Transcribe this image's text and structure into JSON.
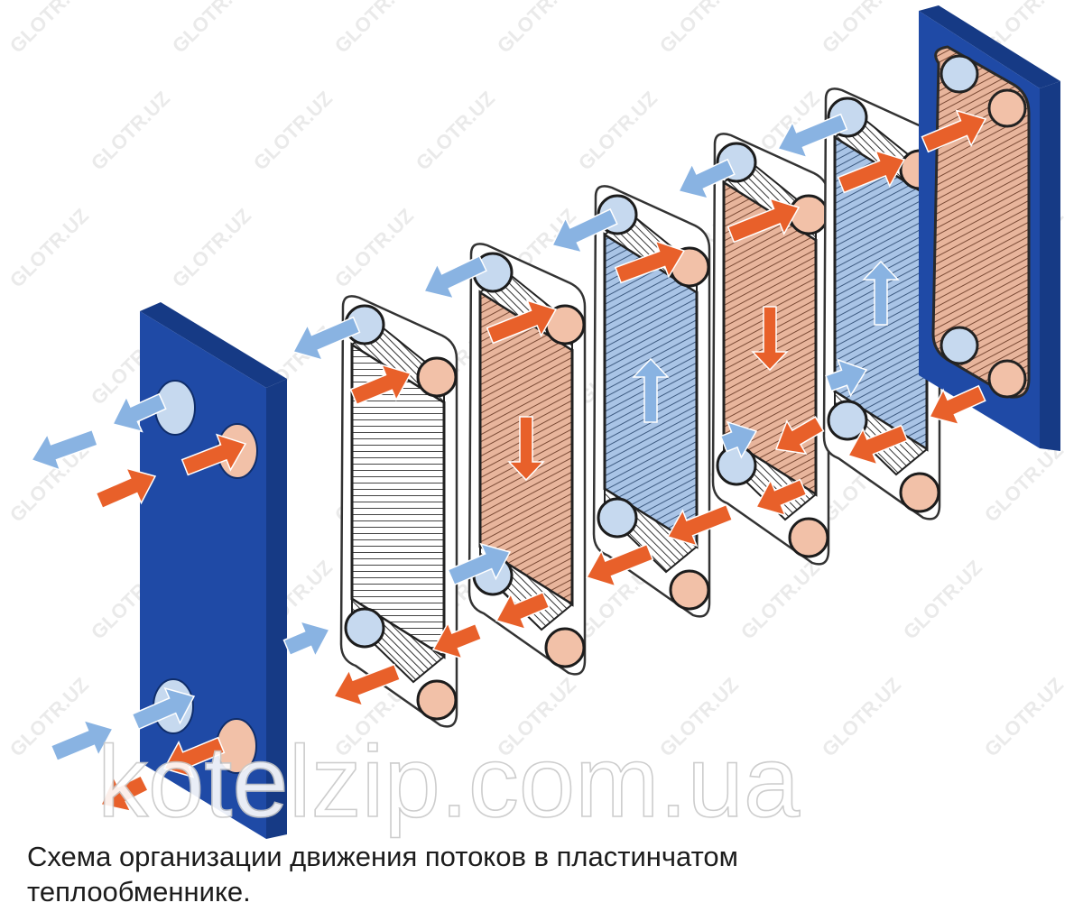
{
  "diagram": {
    "caption_line1": "Схема организации движения потоков в пластинчатом",
    "caption_line2": "теплообменнике.",
    "watermark_main": "kotelzip.com.ua",
    "watermark_tile": "GLOTR.UZ"
  },
  "colors": {
    "frame_blue": "#1f4aa6",
    "frame_side": "#163a85",
    "hot_arrow": "#e8602a",
    "cold_arrow": "#89b3e2",
    "hot_port": "#f2c1a8",
    "cold_port": "#c6d9ef",
    "hot_plate_fill": "#e8b59c",
    "cold_plate_fill": "#a9c4e6",
    "neutral_plate_fill": "#ffffff",
    "plate_outline": "#2a2a2a"
  },
  "components": {
    "end_frame_left": "fixed-frame-plate",
    "plates": [
      "neutral",
      "hot",
      "cold",
      "hot",
      "cold",
      "hot"
    ],
    "end_frame_right": "pressure-plate"
  }
}
